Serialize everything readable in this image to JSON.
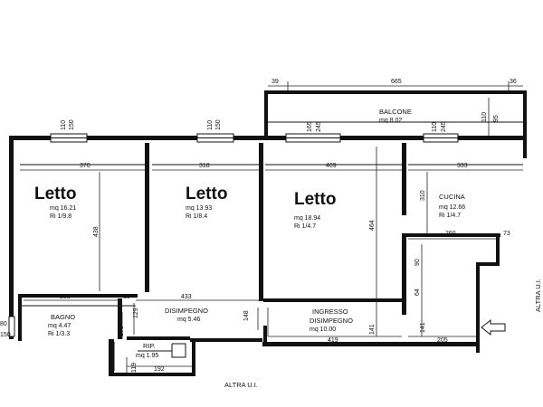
{
  "rooms": {
    "letto1": {
      "name": "Letto",
      "area": "mq 16.21",
      "ri": "Ri 1/9.8"
    },
    "letto2": {
      "name": "Letto",
      "area": "mq 13.93",
      "ri": "Ri 1/8.4"
    },
    "letto3": {
      "name": "Letto",
      "area": "mq 18.94",
      "ri": "Ri 1/4.7"
    },
    "cucina": {
      "name": "CUCINA",
      "area": "mq 12.66",
      "ri": "Ri 1/4.7"
    },
    "balcone": {
      "name": "BALCONE",
      "area": "mq 8.02"
    },
    "bagno": {
      "name": "BAGNO",
      "area": "mq 4.47",
      "ri": "Ri 1/3.3"
    },
    "disimpegno": {
      "name": "DISIMPEGNO",
      "area": "mq 5.46"
    },
    "ingresso": {
      "name1": "INGRESSO",
      "name2": "DISIMPEGNO",
      "area": "mq 10.00"
    },
    "rip": {
      "name": "RIP.",
      "area": "mq 1.95"
    }
  },
  "labels": {
    "altra_bottom": "ALTRA U.I.",
    "altra_right": "ALTRA U.I."
  },
  "dimensions": {
    "d39": "39",
    "d665": "665",
    "d36": "36",
    "w1a": "110",
    "w1b": "150",
    "w2a": "110",
    "w2b": "150",
    "w3a": "165",
    "w3b": "245",
    "w4a": "110",
    "w4b": "245",
    "bal_a": "110",
    "bal_b": "95",
    "d370": "370",
    "d318": "318",
    "d409": "409",
    "d333": "333",
    "d438": "438",
    "d464": "464",
    "d310": "310",
    "d260": "260",
    "d73": "73",
    "d255": "255",
    "d433": "433",
    "d15": "15",
    "d129": "129",
    "d148": "148",
    "d178": "178",
    "d90": "90",
    "d64": "64",
    "d141a": "141",
    "d141b": "141",
    "d419": "419",
    "d205": "205",
    "d119": "119",
    "d192": "192",
    "d80": "80",
    "d150": "150"
  }
}
